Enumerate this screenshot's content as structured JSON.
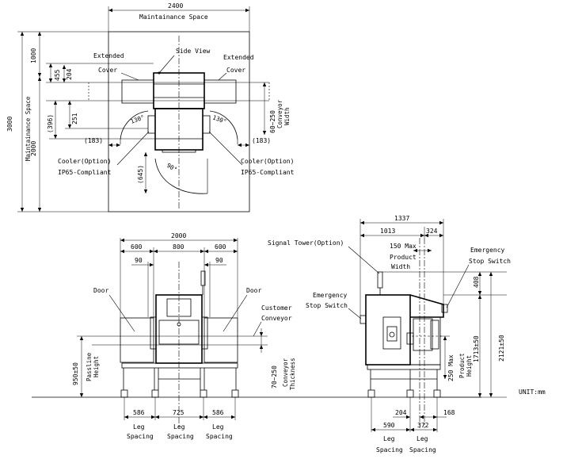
{
  "top_view": {
    "width_2400": "2400",
    "maintenance_space_top": "Maintainance Space",
    "maintenance_space_left": "Maintainance Space",
    "extended_cover": "Extended",
    "cover": "Cover",
    "side_view": "Side View",
    "h_1000": "1000",
    "h_3000": "3000",
    "h_2000": "2000",
    "h_455": "455",
    "h_204": "204",
    "h_396": "(396)",
    "h_251": "251",
    "w_183": "(183)",
    "angle_130": "130°",
    "angle_90": "90°",
    "h_645": "(645)",
    "conv_width_range": "60~250",
    "conveyor_width": "Conveyor",
    "width_word": "Width",
    "cooler_option": "Cooler(Option)",
    "ip65": "IP65-Compliant"
  },
  "front_view": {
    "total_2000": "2000",
    "w_600": "600",
    "w_800": "800",
    "w_90": "90",
    "door": "Door",
    "customer_conveyor_1": "Customer",
    "customer_conveyor_2": "Conveyor",
    "passline_val": "950±50",
    "passline_1": "Passline",
    "passline_2": "Height",
    "thick_range": "70~250",
    "thick_1": "Conveyor",
    "thick_2": "Thickness",
    "leg_586": "586",
    "leg_725": "725",
    "leg": "Leg",
    "spacing": "Spacing"
  },
  "side_view": {
    "total_1337": "1337",
    "w_1013": "1013",
    "w_324": "324",
    "max_150": "150 Max",
    "product": "Product",
    "width_word": "Width",
    "signal_tower": "Signal Tower(Option)",
    "emergency": "Emergency",
    "stop_switch": "Stop Switch",
    "h_408": "408",
    "h_2121": "2121±50",
    "h_1713": "1713±50",
    "max_250": "250 Max",
    "product_2": "Product",
    "height_word": "Height",
    "leg_204": "204",
    "leg_168": "168",
    "leg_590": "590",
    "leg_372": "372",
    "leg": "Leg",
    "spacing": "Spacing"
  },
  "unit": "UNIT:mm"
}
